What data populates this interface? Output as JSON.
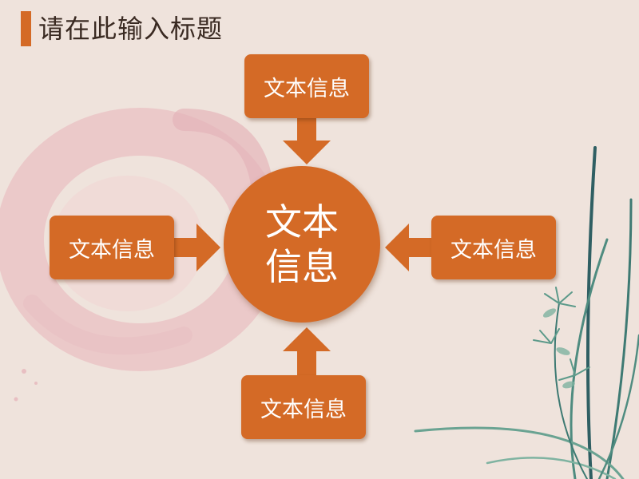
{
  "title": "请在此输入标题",
  "center": {
    "line1": "文本",
    "line2": "信息"
  },
  "boxes": {
    "top": "文本信息",
    "left": "文本信息",
    "right": "文本信息",
    "bottom": "文本信息"
  },
  "colors": {
    "accent": "#d46a26",
    "background": "#efe3dc",
    "title_text": "#3a2a22",
    "ink_pink": "#e5a3ad",
    "orchid_leaf": "#4f8c80"
  },
  "decorations": [
    "pink-ink-swirl",
    "orchid-plant"
  ]
}
